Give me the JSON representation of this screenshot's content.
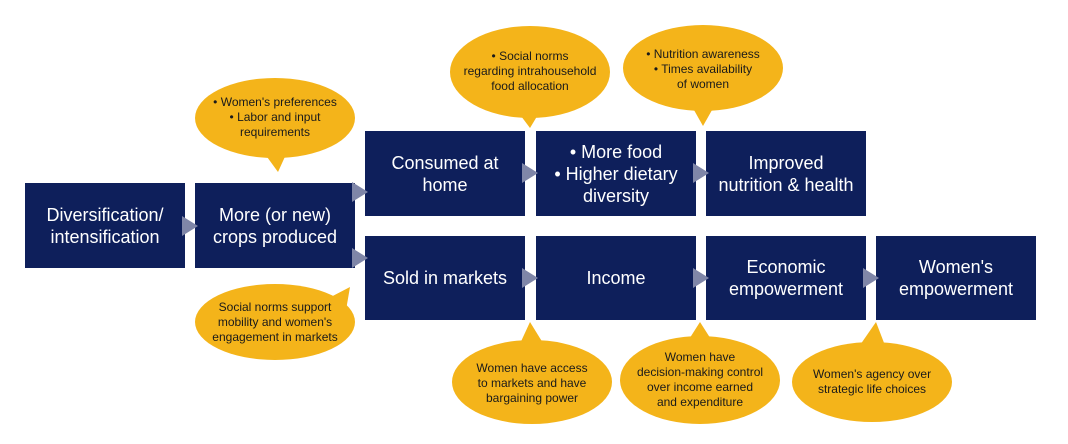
{
  "colors": {
    "box": "#0e1f5b",
    "bubble": "#f4b41a",
    "arrow": "#7f86a8"
  },
  "boxes": {
    "diversification": [
      "Diversification/",
      "intensification"
    ],
    "crops": [
      "More (or new)",
      "crops produced"
    ],
    "consumed": [
      "Consumed at",
      "home"
    ],
    "more_food": [
      "• More food",
      "• Higher dietary",
      "diversity"
    ],
    "nutrition": [
      "Improved",
      "nutrition & health"
    ],
    "sold": [
      "Sold in markets"
    ],
    "income": [
      "Income"
    ],
    "economic": [
      "Economic",
      "empowerment"
    ],
    "women": [
      "Women's",
      "empowerment"
    ]
  },
  "bubbles": {
    "preferences": [
      "• Women's preferences",
      "• Labor and input",
      "requirements"
    ],
    "social_norms_food": [
      "• Social norms",
      "regarding intrahousehold",
      "food allocation"
    ],
    "nutrition_awareness": [
      "• Nutrition awareness",
      "• Times availability",
      "of women"
    ],
    "mobility": [
      "Social norms support",
      "mobility and women's",
      "engagement in markets"
    ],
    "market_access": [
      "Women have access",
      "to markets and have",
      "bargaining power"
    ],
    "decision": [
      "Women have",
      "decision-making control",
      "over income earned",
      "and expenditure"
    ],
    "agency": [
      "Women's agency over",
      "strategic life choices"
    ]
  }
}
